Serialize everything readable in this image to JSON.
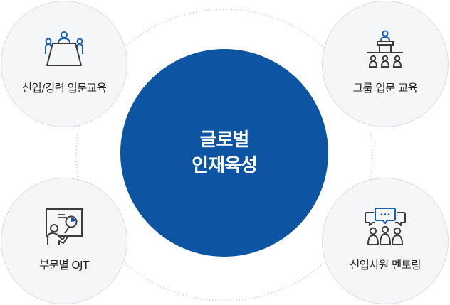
{
  "diagram": {
    "center": {
      "line1": "글로벌",
      "line2": "인재육성",
      "color": "#0d54a3"
    },
    "nodes": [
      {
        "id": "tl",
        "label": "신입/경력 입문교육",
        "icon": "meeting-table-icon"
      },
      {
        "id": "tr",
        "label": "그룹 입문 교육",
        "icon": "lecture-podium-icon"
      },
      {
        "id": "bl",
        "label": "부문별 OJT",
        "icon": "presentation-board-icon"
      },
      {
        "id": "br",
        "label": "신입사원 멘토링",
        "icon": "mentoring-chat-icon"
      }
    ],
    "colors": {
      "accent": "#1a5fb4",
      "icon_stroke": "#3b3b3b",
      "node_fill": "#f5f6f8",
      "node_border": "#dcdde0",
      "ring_dots": "#c5cbdc"
    }
  }
}
